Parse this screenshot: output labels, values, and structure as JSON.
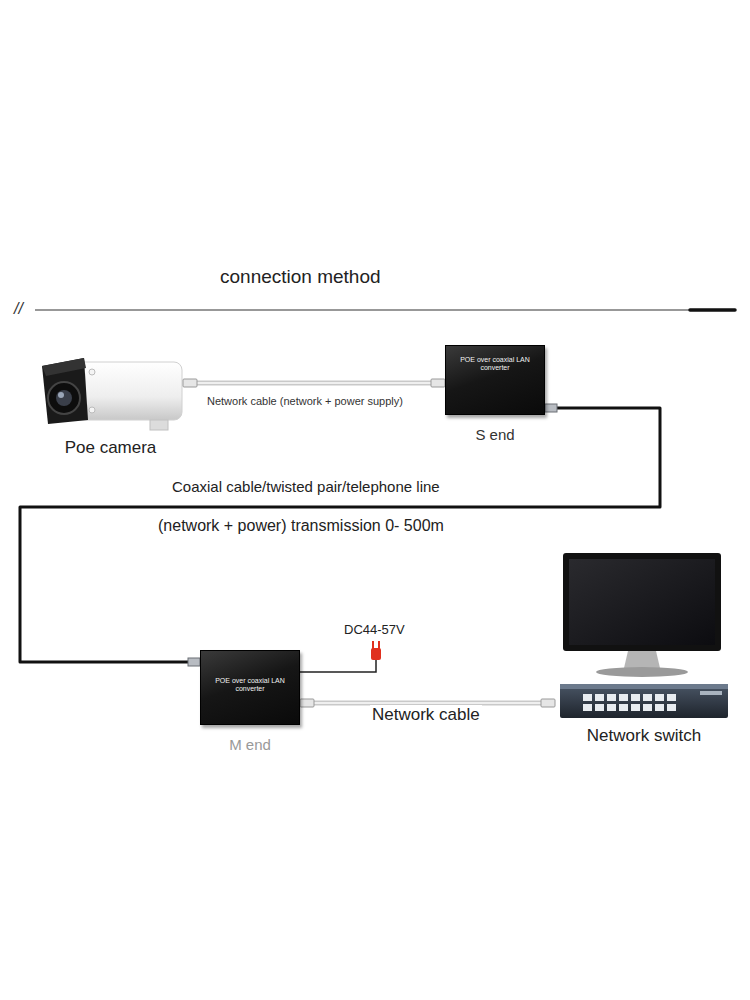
{
  "diagram": {
    "title": "connection method",
    "nodes": [
      {
        "text": [
          "Poe camera"
        ]
      },
      {
        "text": [
          "POE over coaxial LAN converter",
          "S end"
        ]
      },
      {
        "text": [
          "POE over coaxial LAN converter",
          "M end"
        ]
      },
      {
        "text": [
          "Network switch"
        ]
      }
    ],
    "edges": [
      {
        "from": 0,
        "to": 1,
        "arrow": "none",
        "label": "Network cable (network + power supply)"
      },
      {
        "from": 1,
        "to": 2,
        "arrow": "none",
        "label": "Coaxial cable/twisted pair/telephone line"
      },
      {
        "from": 2,
        "to": 3,
        "arrow": "none",
        "label": "Network cable"
      }
    ],
    "labels": [
      "//",
      "(network + power) transmission 0- 500m",
      "DC44-57V"
    ]
  }
}
